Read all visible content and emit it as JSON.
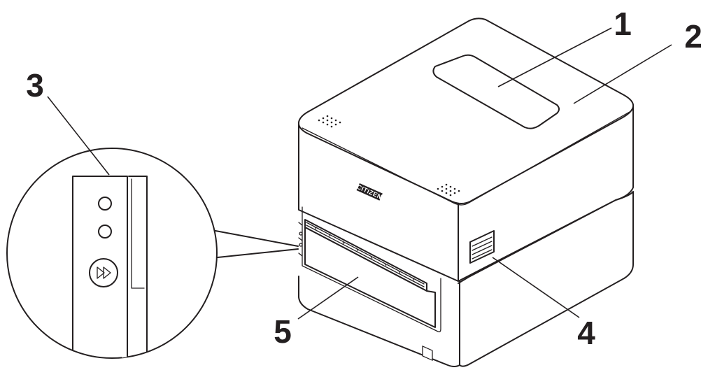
{
  "brand_label": "CITIZEN",
  "callouts": [
    {
      "number": "1",
      "target": "top-cover-window"
    },
    {
      "number": "2",
      "target": "top-cover"
    },
    {
      "number": "3",
      "target": "operation-panel"
    },
    {
      "number": "4",
      "target": "side-cover-release"
    },
    {
      "number": "5",
      "target": "front-cover"
    }
  ],
  "colors": {
    "line": "#231f20",
    "background": "#ffffff"
  },
  "icons": {
    "feed_button": "fast-forward-icon"
  }
}
